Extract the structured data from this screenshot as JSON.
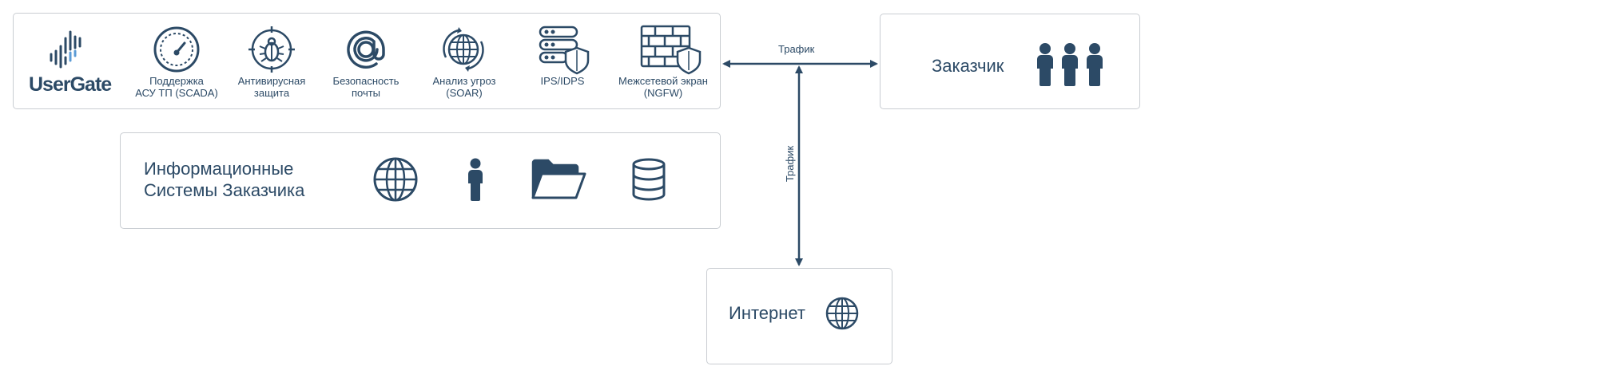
{
  "vendor": {
    "logo_text": "UserGate"
  },
  "features": [
    {
      "line1": "Поддержка",
      "line2": "АСУ ТП (SCADA)",
      "icon": "gauge-icon"
    },
    {
      "line1": "Антивирусная",
      "line2": "защита",
      "icon": "bug-target-icon"
    },
    {
      "line1": "Безопасность",
      "line2": "почты",
      "icon": "at-sign-icon"
    },
    {
      "line1": "Анализ угроз",
      "line2": "(SOAR)",
      "icon": "globe-cycle-icon"
    },
    {
      "line1": "IPS/IDPS",
      "line2": "",
      "icon": "server-shield-icon"
    },
    {
      "line1": "Межсетевой экран",
      "line2": "(NGFW)",
      "icon": "firewall-shield-icon"
    }
  ],
  "info_systems": {
    "line1": "Информационные",
    "line2": "Системы Заказчика",
    "icons": [
      "globe-icon",
      "person-icon",
      "folder-icon",
      "database-icon"
    ]
  },
  "customer": {
    "label": "Заказчик",
    "icon": "people-icon"
  },
  "internet": {
    "label": "Интернет",
    "icon": "globe-icon"
  },
  "links": {
    "horizontal_label": "Трафик",
    "vertical_label": "Трафик"
  },
  "colors": {
    "primary": "#2c4a66",
    "accent": "#5b9bd5",
    "border": "#c9cdd2"
  }
}
